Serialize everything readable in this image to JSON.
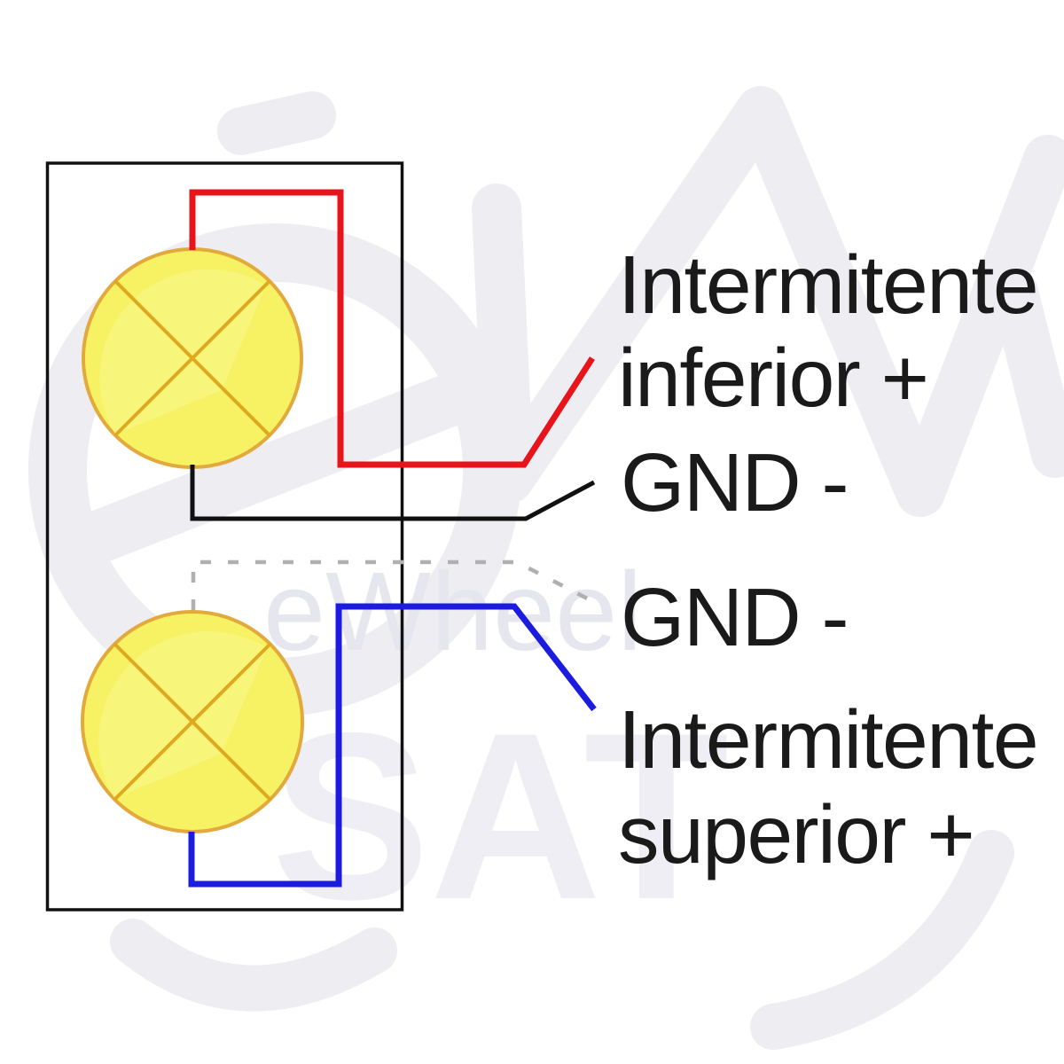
{
  "diagram": {
    "title_semantic": "turn-signal lamp wiring diagram",
    "labels": {
      "intermitente_inferior": {
        "line1": "Intermitente",
        "line2": "inferior +"
      },
      "gnd_top": "GND -",
      "gnd_bottom": "GND -",
      "intermitente_superior": {
        "line1": "Intermitente",
        "line2": "superior +"
      }
    },
    "wires": {
      "red": {
        "color": "#e8141c",
        "points_to": "Intermitente inferior +"
      },
      "black": {
        "color": "#111111",
        "points_to": "GND - (top)"
      },
      "dashed": {
        "color": "#b0b0b0",
        "points_to": "GND - (bottom)"
      },
      "blue": {
        "color": "#1c1ce0",
        "points_to": "Intermitente superior +"
      }
    },
    "colors": {
      "wire_red": "#e8141c",
      "wire_black": "#111111",
      "wire_dashed_gray": "#b0b0b0",
      "wire_blue": "#1c1ce0",
      "lamp_fill": "#f7f263",
      "lamp_highlight": "#faf88f",
      "lamp_stroke": "#e2a93c",
      "lamp_cross": "#dfa91f",
      "box_outline": "#111111",
      "label_text": "#1a1a1a",
      "watermark": "#ededf2"
    },
    "watermark": {
      "brand": "eWheel",
      "suffix": "SAT"
    }
  }
}
